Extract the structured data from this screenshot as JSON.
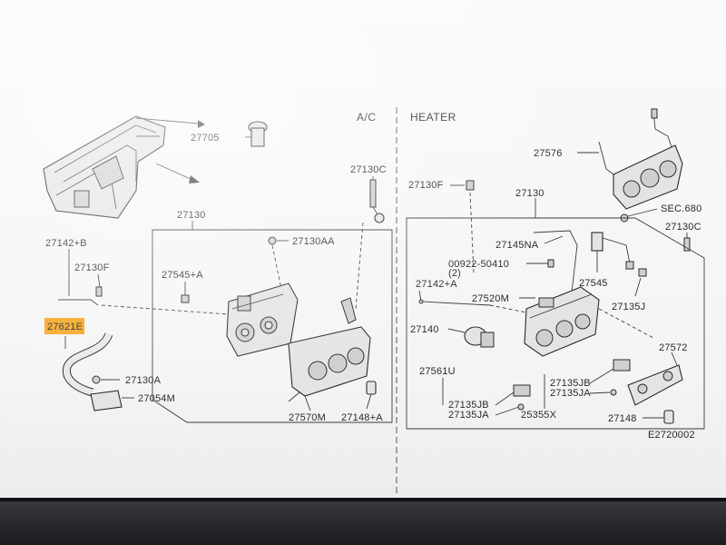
{
  "section_headers": {
    "ac": "A/C",
    "heater": "HEATER"
  },
  "highlight_color": "#f5a623",
  "labels": {
    "p27705": "27705",
    "p27130_left": "27130",
    "p27142b": "27142+B",
    "p27130f_left": "27130F",
    "p27130aa": "27130AA",
    "p27545a": "27545+A",
    "p27621e": "27621E",
    "p27130a": "27130A",
    "p27054m": "27054M",
    "p27570m": "27570M",
    "p27148a": "27148+A",
    "p27130c_left": "27130C",
    "p27576": "27576",
    "p27130f_right": "27130F",
    "p27130_right": "27130",
    "sec680": "SEC.680",
    "p27130c_right": "27130C",
    "p27145na": "27145NA",
    "p00922": "00922-50410",
    "p00922_qty": "(2)",
    "p27142a": "27142+A",
    "p27545": "27545",
    "p27520m": "27520M",
    "p27135j": "27135J",
    "p27140": "27140",
    "p27572": "27572",
    "p27561u": "27561U",
    "p27135jb_r": "27135JB",
    "p27135ja_r": "27135JA",
    "p27135jb_l": "27135JB",
    "p27135ja_l": "27135JA",
    "p25355x": "25355X",
    "p27148": "27148",
    "diagram_code": "E2720002"
  }
}
